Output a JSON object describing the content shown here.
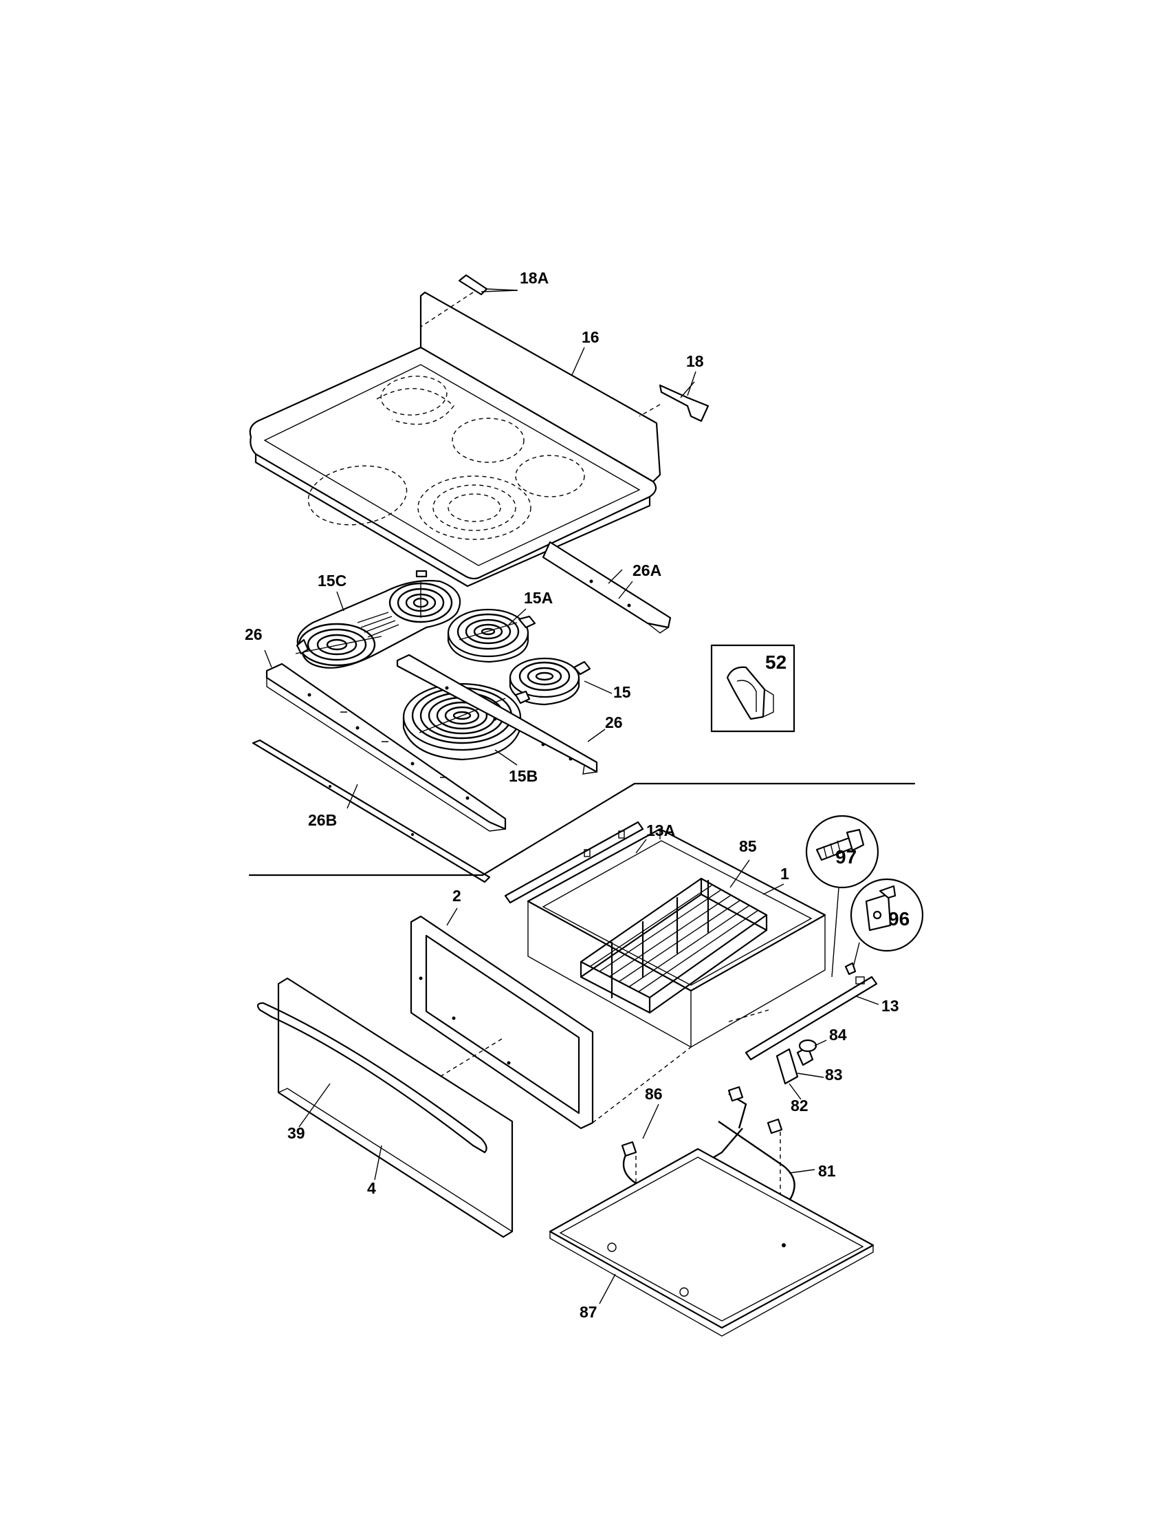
{
  "labels": {
    "p18A": "18A",
    "p16": "16",
    "p18": "18",
    "p26A": "26A",
    "p15C": "15C",
    "p15A": "15A",
    "p26L": "26",
    "p15": "15",
    "p26R": "26",
    "p52": "52",
    "p15B": "15B",
    "p26B": "26B",
    "p13A": "13A",
    "p97": "97",
    "p85": "85",
    "p1": "1",
    "p2": "2",
    "p96": "96",
    "p13": "13",
    "p84": "84",
    "p83": "83",
    "p82": "82",
    "p86": "86",
    "p39": "39",
    "p81": "81",
    "p4": "4",
    "p87": "87"
  }
}
